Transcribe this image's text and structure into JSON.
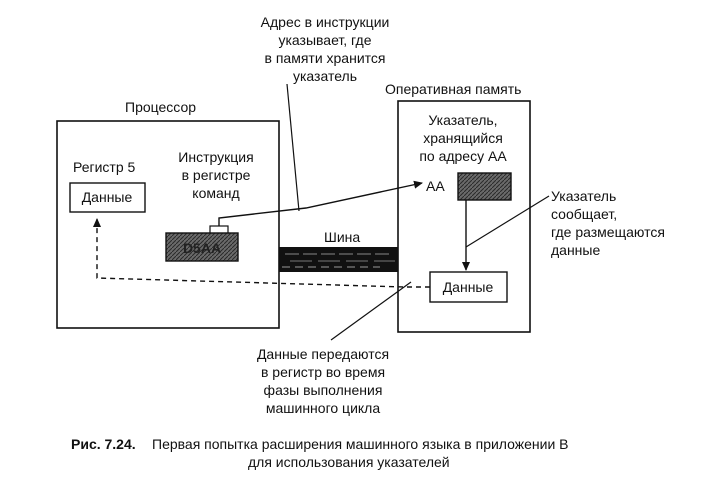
{
  "callout_top": [
    "Адрес в инструкции",
    "указывает, где",
    "в памяти хранится",
    "указатель"
  ],
  "processor_label": "Процессор",
  "memory_label": "Оперативная память",
  "register_label": "Регистр 5",
  "register_value": "Данные",
  "instr_label": [
    "Инструкция",
    "в регистре",
    "команд"
  ],
  "instr_value": "D5AA",
  "bus_label": "Шина",
  "pointer_label": [
    "Указатель,",
    "хранящийся",
    "по адресу AA"
  ],
  "address_label": "AA",
  "memory_data": "Данные",
  "callout_right": [
    "Указатель",
    "сообщает,",
    "где размещаются",
    "данные"
  ],
  "callout_bottom": [
    "Данные передаются",
    "в регистр во время",
    "фазы выполнения",
    "машинного цикла"
  ],
  "caption": {
    "number": "Рис. 7.24.",
    "text_line1": "Первая попытка расширения машинного языка в приложении В",
    "text_line2": "для использования указателей"
  }
}
